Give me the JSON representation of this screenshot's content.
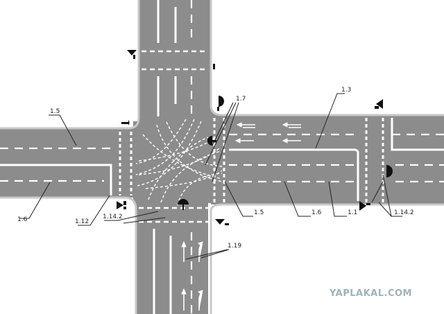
{
  "labels": {
    "l15_left": "1.5",
    "l16_left": "1.6",
    "l112": "1.12",
    "l1142_left": "1.14.2",
    "l17": "1.7",
    "l13": "1.3",
    "l15_right": "1.5",
    "l16_right": "1.6",
    "l11": "1.1",
    "l1142_right": "1.14.2",
    "l119": "1.19"
  },
  "watermark": "YAPLAKAL.COM",
  "colors": {
    "road": "#8c8c8c",
    "curb": "#c8c8c8",
    "marking": "#ffffff",
    "text": "#222222"
  },
  "icons": [
    "traffic-light-icon",
    "lane-arrow-icon"
  ]
}
